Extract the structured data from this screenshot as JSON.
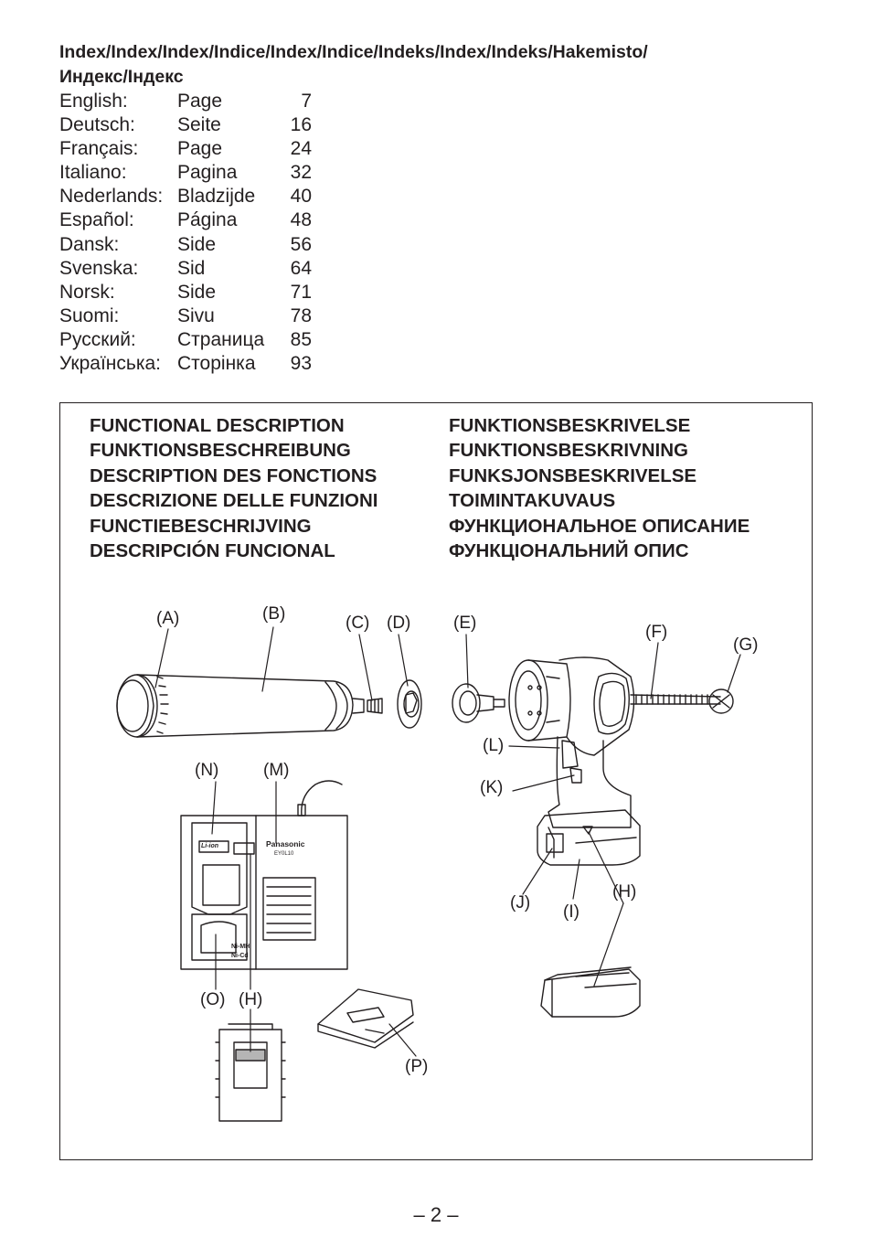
{
  "index": {
    "title_line1": "Index/Index/Index/Indice/Index/Indice/Indeks/Index/Indeks/Hakemisto/",
    "title_line2": "Индекс/Індекс",
    "rows": [
      {
        "lang": "English:",
        "word": "Page",
        "page": "7"
      },
      {
        "lang": "Deutsch:",
        "word": "Seite",
        "page": "16"
      },
      {
        "lang": "Français:",
        "word": "Page",
        "page": "24"
      },
      {
        "lang": "Italiano:",
        "word": "Pagina",
        "page": "32"
      },
      {
        "lang": "Nederlands:",
        "word": "Bladzijde",
        "page": "40"
      },
      {
        "lang": "Español:",
        "word": "Página",
        "page": "48"
      },
      {
        "lang": "Dansk:",
        "word": "Side",
        "page": "56"
      },
      {
        "lang": "Svenska:",
        "word": "Sid",
        "page": "64"
      },
      {
        "lang": "Norsk:",
        "word": "Side",
        "page": "71"
      },
      {
        "lang": "Suomi:",
        "word": "Sivu",
        "page": "78"
      },
      {
        "lang": "Русский:",
        "word": "Страница",
        "page": "85"
      },
      {
        "lang": "Українська:",
        "word": "Сторінка",
        "page": "93"
      }
    ]
  },
  "functional_description": {
    "left": [
      "FUNCTIONAL DESCRIPTION",
      "FUNKTIONSBESCHREIBUNG",
      "DESCRIPTION DES FONCTIONS",
      "DESCRIZIONE DELLE FUNZIONI",
      "FUNCTIEBESCHRIJVING",
      "DESCRIPCIÓN FUNCIONAL"
    ],
    "right": [
      "FUNKTIONSBESKRIVELSE",
      "FUNKTIONSBESKRIVNING",
      "FUNKSJONSBESKRIVELSE",
      "TOIMINTAKUVAUS",
      "ФУНКЦИОНАЛЬНОЕ ОПИСАНИЕ",
      "ФУНКЦІОНАЛЬНИЙ ОПИС"
    ]
  },
  "callouts": {
    "A": "(A)",
    "B": "(B)",
    "C": "(C)",
    "D": "(D)",
    "E": "(E)",
    "F": "(F)",
    "G": "(G)",
    "L": "(L)",
    "K": "(K)",
    "N": "(N)",
    "M": "(M)",
    "J": "(J)",
    "I": "(I)",
    "H1": "(H)",
    "O": "(O)",
    "H2": "(H)",
    "P": "(P)"
  },
  "charger_labels": {
    "brand": "Panasonic",
    "model": "EY0L10",
    "li_ion": "Li-ion",
    "nimh": "Ni-MH",
    "nicd": "Ni-Cd"
  },
  "page_number": "– 2 –"
}
